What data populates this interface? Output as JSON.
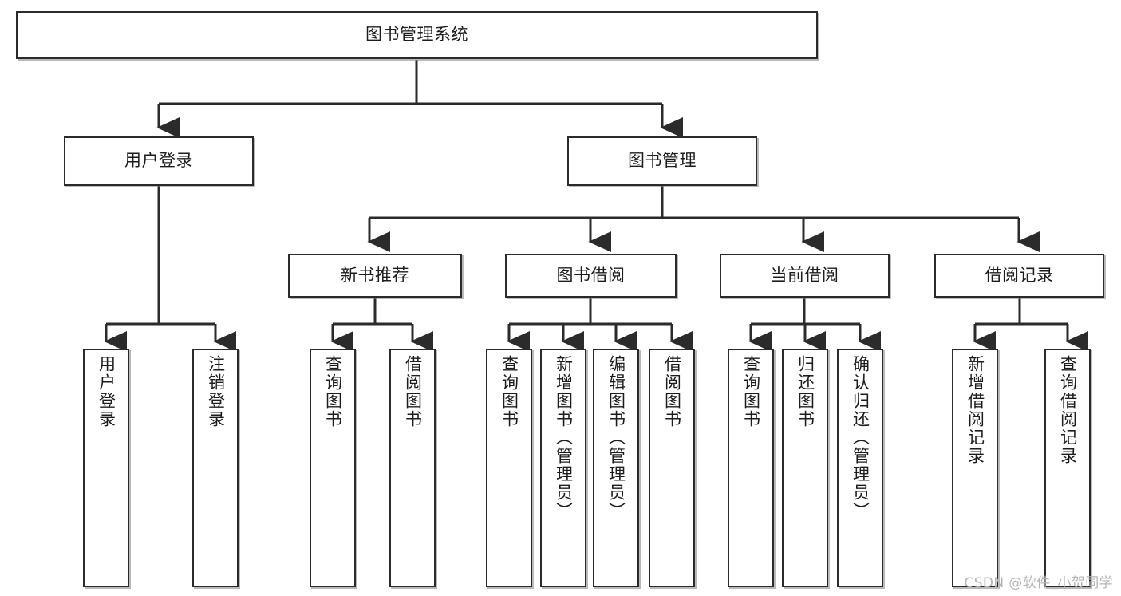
{
  "diagram": {
    "title": "图书管理系统",
    "type": "tree-hierarchy-diagram",
    "watermark": "CSDN @软件_小贺同学",
    "colors": {
      "box_border": "#2b2b2b",
      "box_fill": "#ffffff",
      "connector": "#2b2b2b",
      "text": "#1d1d1d",
      "watermark": "#b4b4b4",
      "background": "#ffffff"
    },
    "nodes": {
      "root": {
        "label": "图书管理系统"
      },
      "level2": [
        {
          "id": "user-login",
          "label": "用户登录"
        },
        {
          "id": "book-management",
          "label": "图书管理"
        }
      ],
      "level3": [
        {
          "id": "new-book-recommend",
          "label": "新书推荐"
        },
        {
          "id": "book-borrow",
          "label": "图书借阅"
        },
        {
          "id": "current-borrow",
          "label": "当前借阅"
        },
        {
          "id": "borrow-record",
          "label": "借阅记录"
        }
      ],
      "leaves": {
        "user_login": [
          {
            "id": "leaf-user-login",
            "label": "用户登录"
          },
          {
            "id": "leaf-logout-login",
            "label": "注销登录"
          }
        ],
        "new_book_recommend": [
          {
            "id": "leaf-query-book-1",
            "label": "查询图书"
          },
          {
            "id": "leaf-borrow-book-1",
            "label": "借阅图书"
          }
        ],
        "book_borrow": [
          {
            "id": "leaf-query-book-2",
            "label": "查询图书"
          },
          {
            "id": "leaf-add-book",
            "label": "新增图书（管理员）"
          },
          {
            "id": "leaf-edit-book",
            "label": "编辑图书（管理员）"
          },
          {
            "id": "leaf-borrow-book-2",
            "label": "借阅图书"
          }
        ],
        "current_borrow": [
          {
            "id": "leaf-query-book-3",
            "label": "查询图书"
          },
          {
            "id": "leaf-return-book",
            "label": "归还图书"
          },
          {
            "id": "leaf-confirm-return",
            "label": "确认归还（管理员）"
          }
        ],
        "borrow_record": [
          {
            "id": "leaf-add-record",
            "label": "新增借阅记录"
          },
          {
            "id": "leaf-query-record",
            "label": "查询借阅记录"
          }
        ]
      }
    }
  }
}
